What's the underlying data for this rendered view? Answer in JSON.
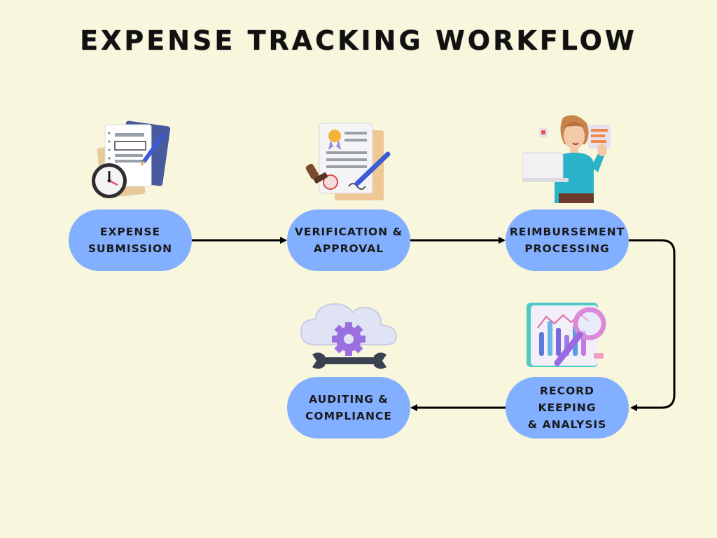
{
  "title": "EXPENSE TRACKING WORKFLOW",
  "colors": {
    "background": "#f8f6dd",
    "node_fill": "#82afff",
    "arrow": "#000000"
  },
  "steps": [
    {
      "label": "EXPENSE\nSUBMISSION",
      "icon": "documents-clock-icon"
    },
    {
      "label": "VERIFICATION &\nAPPROVAL",
      "icon": "certificate-stamp-icon"
    },
    {
      "label": "REIMBURSEMENT\nPROCESSING",
      "icon": "person-laptop-icon"
    },
    {
      "label": "RECORD KEEPING\n& ANALYSIS",
      "icon": "chart-magnifier-icon"
    },
    {
      "label": "AUDITING &\nCOMPLIANCE",
      "icon": "cloud-gear-wrench-icon"
    }
  ]
}
